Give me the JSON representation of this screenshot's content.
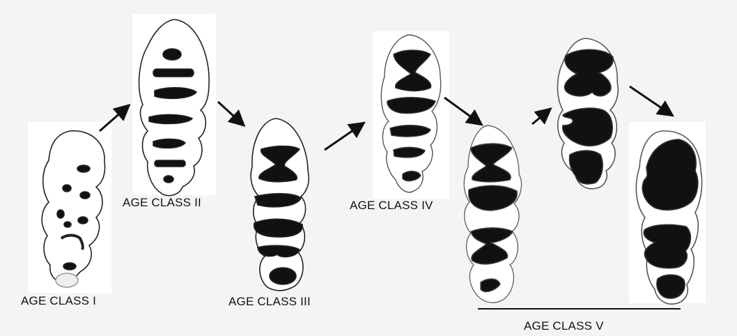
{
  "figure": {
    "labels": {
      "class1": "AGE CLASS I",
      "class2": "AGE CLASS II",
      "class3": "AGE CLASS III",
      "class4": "AGE CLASS IV",
      "class5": "AGE CLASS V"
    },
    "colors": {
      "background": "#f4f4f4",
      "ink": "#111111",
      "outline": "#222222",
      "tooth_fill": "#ffffff"
    }
  }
}
